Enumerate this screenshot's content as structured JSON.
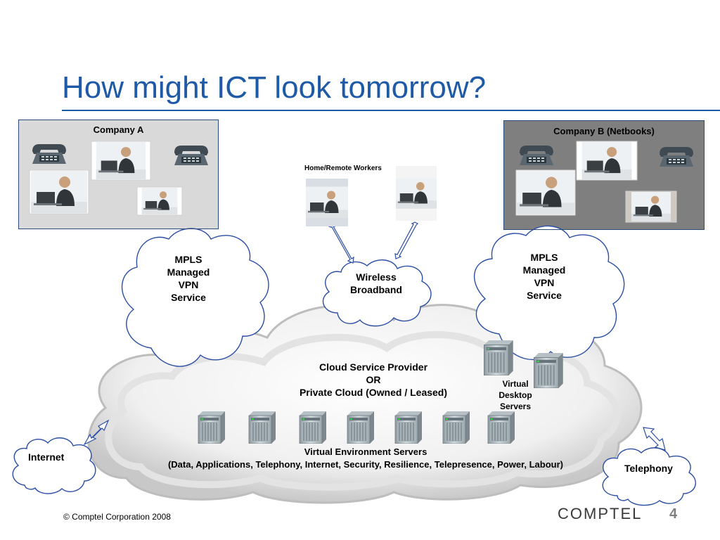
{
  "title": "How might ICT look tomorrow?",
  "company_a": {
    "label": "Company A"
  },
  "company_b": {
    "label": "Company B (Netbooks)"
  },
  "home_workers": {
    "label": "Home/Remote Workers"
  },
  "mpls_left": {
    "lines": [
      "MPLS",
      "Managed",
      "VPN",
      "Service"
    ]
  },
  "mpls_right": {
    "lines": [
      "MPLS",
      "Managed",
      "VPN",
      "Service"
    ]
  },
  "wireless": {
    "lines": [
      "Wireless",
      "Broadband"
    ]
  },
  "cloud_provider": {
    "lines": [
      "Cloud Service Provider",
      "OR",
      "Private Cloud (Owned / Leased)"
    ]
  },
  "virtual_desktop": {
    "lines": [
      "Virtual",
      "Desktop",
      "Servers"
    ]
  },
  "virtual_env": {
    "lines": [
      "Virtual Environment Servers",
      "(Data, Applications, Telephony, Internet, Security, Resilience, Telepresence, Power, Labour)"
    ]
  },
  "internet": {
    "label": "Internet"
  },
  "telephony": {
    "label": "Telephony"
  },
  "footer": {
    "copyright": "© Comptel Corporation 2008",
    "brand": "COMPTEL",
    "page": "4"
  },
  "colors": {
    "title_blue": "#1f5aa6",
    "company_a_bg": "#d9d9d9",
    "company_b_bg": "#7f7f7f",
    "box_border": "#2c4d7a",
    "cloud_outline": "#2b4ea3"
  },
  "icons": [
    "desk-phone-icon",
    "server-icon",
    "double-arrow-icon",
    "cloud-shape",
    "worker-photo"
  ]
}
